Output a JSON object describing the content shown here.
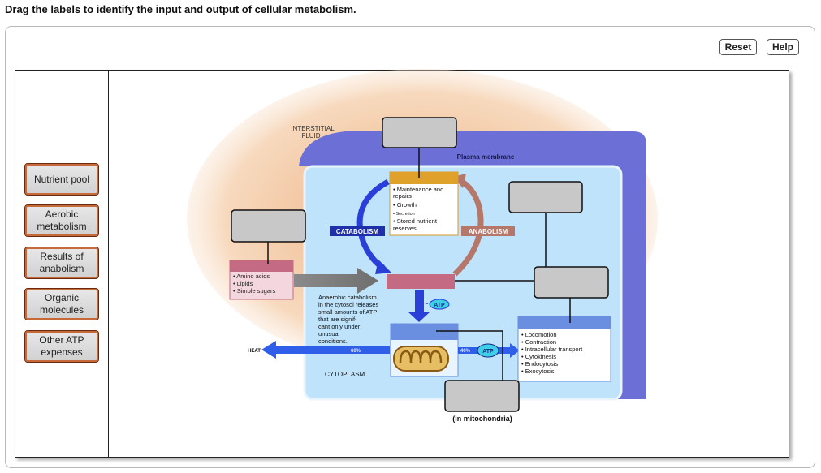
{
  "instruction": "Drag the labels to identify the input and output of cellular metabolism.",
  "buttons": {
    "reset": "Reset",
    "help": "Help"
  },
  "labels": [
    "Nutrient pool",
    "Aerobic metabolism",
    "Results of anabolism",
    "Organic molecules",
    "Other ATP expenses"
  ],
  "diagram": {
    "interstitial_fluid": [
      "INTERSTITIAL",
      "FLUID"
    ],
    "plasma_membrane": "Plasma membrane",
    "catabolism": "CATABOLISM",
    "anabolism": "ANABOLISM",
    "anabolism_results": [
      "• Maintenance and",
      "  repairs",
      "• Growth",
      "• Secretion",
      "• Stored nutrient",
      "  reserves"
    ],
    "organic_inputs": [
      "• Amino acids",
      "• Lipids",
      "• Simple sugars"
    ],
    "anaerobic_text": [
      "Anaerobic catabolism",
      "in the cytosol releases",
      "small amounts of ATP",
      "that are signif-",
      "cant only under",
      "unusual",
      "conditions."
    ],
    "atp": "ATP",
    "heat": "HEAT",
    "pct_heat": "60%",
    "pct_atp": "40%",
    "cytoplasm": "CYTOPLASM",
    "atp_uses": [
      "• Locomotion",
      "• Contraction",
      "• Intracellular transport",
      "• Cytokinesis",
      "• Endocytosis",
      "• Exocytosis"
    ],
    "mitochondria_caption": "(in mitochondria)"
  },
  "colors": {
    "membrane_blue": "#6b6fd6",
    "cytoplasm_blue": "#bfe3fb",
    "catabolism_blue": "#2a3fd8",
    "anabolism_brown": "#b5776a",
    "results_orange": "#e0a12a",
    "pink_box": "#c46a82",
    "heat_blue": "#2f5fe8",
    "atp_cyan": "#3fd0e8"
  }
}
